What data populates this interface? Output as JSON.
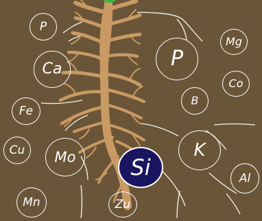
{
  "colors": {
    "soil": "#6b5538",
    "root": "#c99a63",
    "root_stroke": "#b8875a",
    "stem": "#3cb043",
    "nutrient_outline": "#ffffff",
    "highlight_fill": "#1a1560"
  },
  "nutrients": [
    {
      "id": "p-small",
      "label": "P",
      "highlight": false
    },
    {
      "id": "ca",
      "label": "Ca",
      "highlight": false
    },
    {
      "id": "p-large",
      "label": "P",
      "highlight": false
    },
    {
      "id": "mg",
      "label": "Mg",
      "highlight": false
    },
    {
      "id": "co",
      "label": "Co",
      "highlight": false
    },
    {
      "id": "b",
      "label": "B",
      "highlight": false
    },
    {
      "id": "fe",
      "label": "Fe",
      "highlight": false
    },
    {
      "id": "cu",
      "label": "Cu",
      "highlight": false
    },
    {
      "id": "mo",
      "label": "Mo",
      "highlight": false
    },
    {
      "id": "si",
      "label": "Si",
      "highlight": true
    },
    {
      "id": "k",
      "label": "K",
      "highlight": false
    },
    {
      "id": "al",
      "label": "Al",
      "highlight": false
    },
    {
      "id": "mn",
      "label": "Mn",
      "highlight": false
    },
    {
      "id": "zu",
      "label": "Zu",
      "highlight": false
    }
  ]
}
